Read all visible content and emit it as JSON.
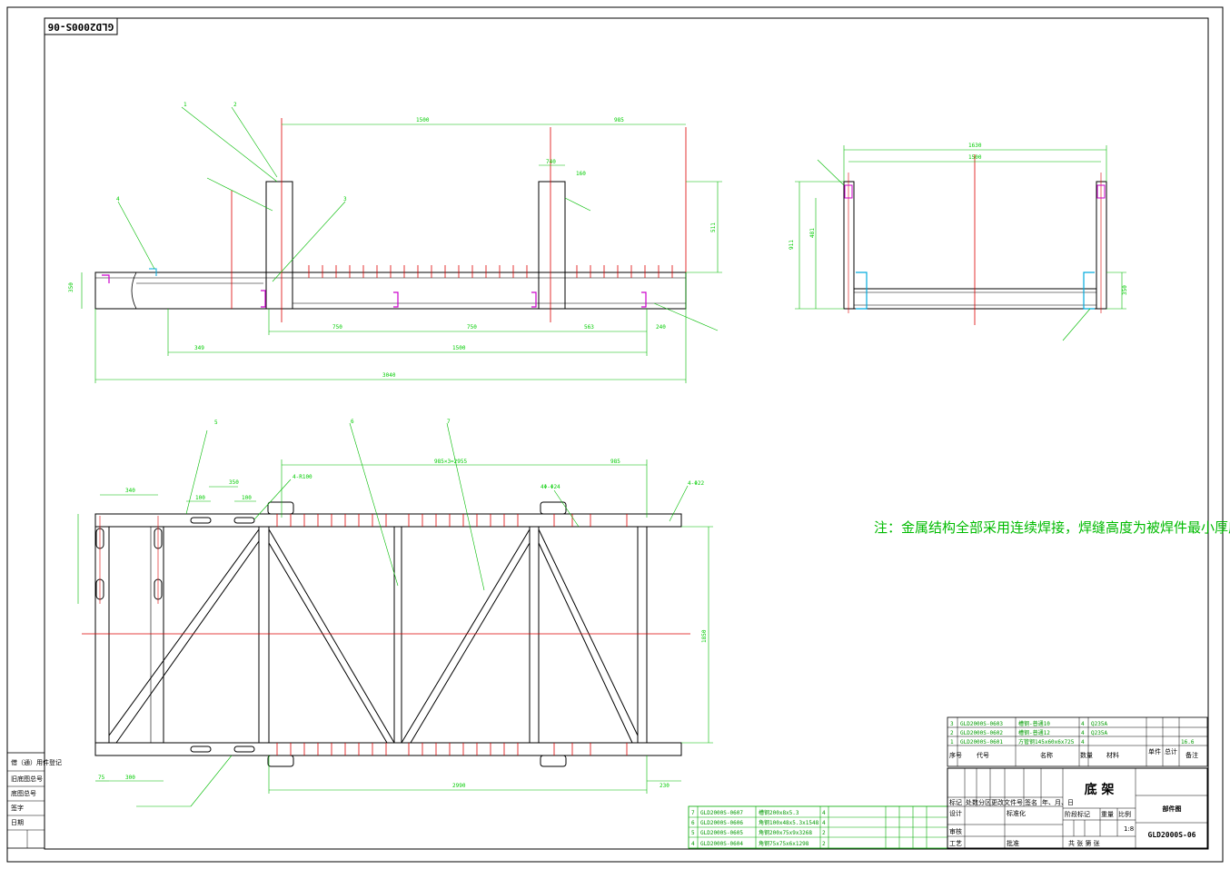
{
  "drawing_number_stamp": "GLD2000S-06",
  "note": "注：金属结构全部采用连续焊接，焊缝高度为被焊件最小厚度。",
  "elevation_dims": {
    "d1500_top": "1500",
    "d985": "985",
    "d740": "740",
    "d750a": "750",
    "d750b": "750",
    "d563": "563",
    "d240": "240",
    "d349": "349",
    "d1500_bot": "1500",
    "d3040": "3040",
    "d350_left": "350",
    "d511": "511",
    "d160": "160"
  },
  "side_dims": {
    "d1630": "1630",
    "d1500": "1500",
    "d911": "911",
    "d481": "481",
    "d350": "350"
  },
  "plan_dims": {
    "d985x3": "985×3=2955",
    "d985": "985",
    "d350": "350",
    "d100a": "100",
    "d100b": "100",
    "d340": "340",
    "d300": "300",
    "d2990": "2990",
    "d1850": "1850",
    "d75": "75",
    "d230": "230"
  },
  "callouts": [
    "1",
    "2",
    "3",
    "4",
    "5",
    "6",
    "7"
  ],
  "hole_labels": {
    "h1": "4-Φ22",
    "h2": "4-R100",
    "h3": "4Φ-Φ24"
  },
  "parts_upper": [
    {
      "no": "3",
      "code": "GLD2000S-0603",
      "name": "槽钢-普通10",
      "qty": "4",
      "material": "Q235A"
    },
    {
      "no": "2",
      "code": "GLD2000S-0602",
      "name": "槽钢-普通12",
      "qty": "4",
      "material": "Q235A"
    },
    {
      "no": "1",
      "code": "GLD2000S-0601",
      "name": "方管钢145x60x6x725",
      "qty": "4",
      "material": "",
      "weight": "16.6"
    }
  ],
  "parts_header": {
    "no": "序号",
    "code": "代号",
    "name": "名称",
    "qty": "数量",
    "material": "材料",
    "weight": "单件",
    "total": "总计",
    "remark": "备注"
  },
  "parts_lower": [
    {
      "no": "7",
      "code": "GLD2000S-0607",
      "name": "槽钢200x8x5.3",
      "qty": "4"
    },
    {
      "no": "6",
      "code": "GLD2000S-0606",
      "name": "角钢100x48x5.3x1548",
      "qty": "4"
    },
    {
      "no": "5",
      "code": "GLD2000S-0605",
      "name": "角钢200x75x9x3268",
      "qty": "2"
    },
    {
      "no": "4",
      "code": "GLD2000S-0604",
      "name": "角钢75x75x6x1298",
      "qty": "2"
    }
  ],
  "title_block": {
    "part_name": "底 架",
    "drawing_type": "部件图",
    "drawing_number": "GLD2000S-06",
    "scale": "1:8",
    "row_labels": [
      "标记",
      "处数",
      "分区",
      "更改文件号",
      "签名",
      "年、月、日"
    ],
    "stage_labels": [
      "阶段标记",
      "重量",
      "比例"
    ],
    "roles": [
      "设计",
      "审核",
      "工艺",
      "标准化",
      "批准"
    ],
    "sheet_info": "共 张 第 张"
  },
  "left_strip": [
    "借（通）用件登记",
    "旧底图总号",
    "底图总号",
    "签字",
    "日期"
  ]
}
